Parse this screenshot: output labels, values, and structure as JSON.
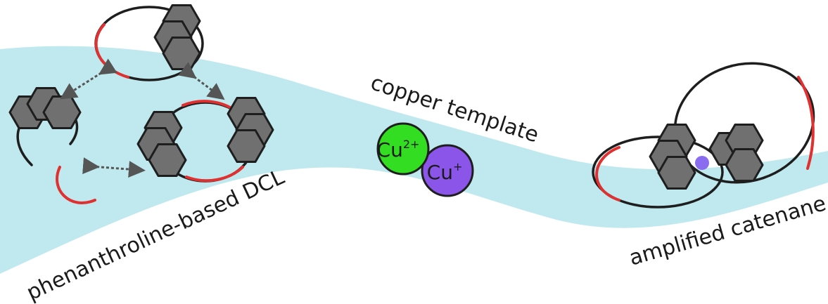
{
  "labels": {
    "left": "phenanthroline-based DCL",
    "middle": "copper template",
    "right": "amplified catenane"
  },
  "ions": {
    "cu2": {
      "base": "Cu",
      "charge": "2+"
    },
    "cu1": {
      "base": "Cu",
      "charge": "+"
    }
  },
  "colors": {
    "wave": "#bfe9ee",
    "linker": "#e03030",
    "cu2_fill": "#33dd22",
    "cu1_fill": "#8a55e8",
    "center_atom": "#8a6cf0"
  }
}
